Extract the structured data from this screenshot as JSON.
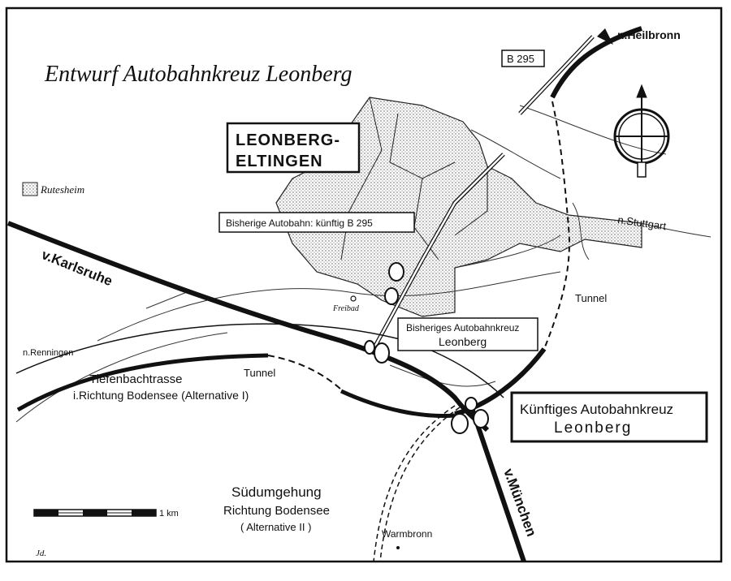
{
  "map": {
    "title": "Entwurf Autobahnkreuz Leonberg",
    "credit": "Jd.",
    "colors": {
      "ink": "#111111",
      "paper": "#ffffff",
      "town_fill": "#d9d9d9"
    },
    "labels": {
      "heilbronn": "n.Heilbronn",
      "b295_shield": "B 295",
      "town_line1": "LEONBERG-",
      "town_line2": "ELTINGEN",
      "rutesheim": "Rutesheim",
      "bisherige_autobahn": "Bisherige Autobahn: künftig B 295",
      "stuttgart": "n.Stuttgart",
      "karlsruhe": "v.Karlsruhe",
      "freibad": "Freibad",
      "tunnel_east": "Tunnel",
      "bisheriges_kreuz_line1": "Bisheriges Autobahnkreuz",
      "bisheriges_kreuz_line2": "Leonberg",
      "renningen": "n.Renningen",
      "tunnel_west": "Tunnel",
      "tiefenbach_line1": "Tiefenbachtrasse",
      "tiefenbach_line2": "i.Richtung Bodensee (Alternative I)",
      "kuenftiges_kreuz_line1": "Künftiges Autobahnkreuz",
      "kuenftiges_kreuz_line2": "Leonberg",
      "muenchen": "v.München",
      "suedumgehung_line1": "Südumgehung",
      "suedumgehung_line2": "Richtung Bodensee",
      "suedumgehung_line3": "( Alternative II )",
      "scale_label": "1 km",
      "warmbronn": "Warmbronn"
    },
    "icons": {
      "compass": "north-arrow-compass-icon"
    }
  }
}
